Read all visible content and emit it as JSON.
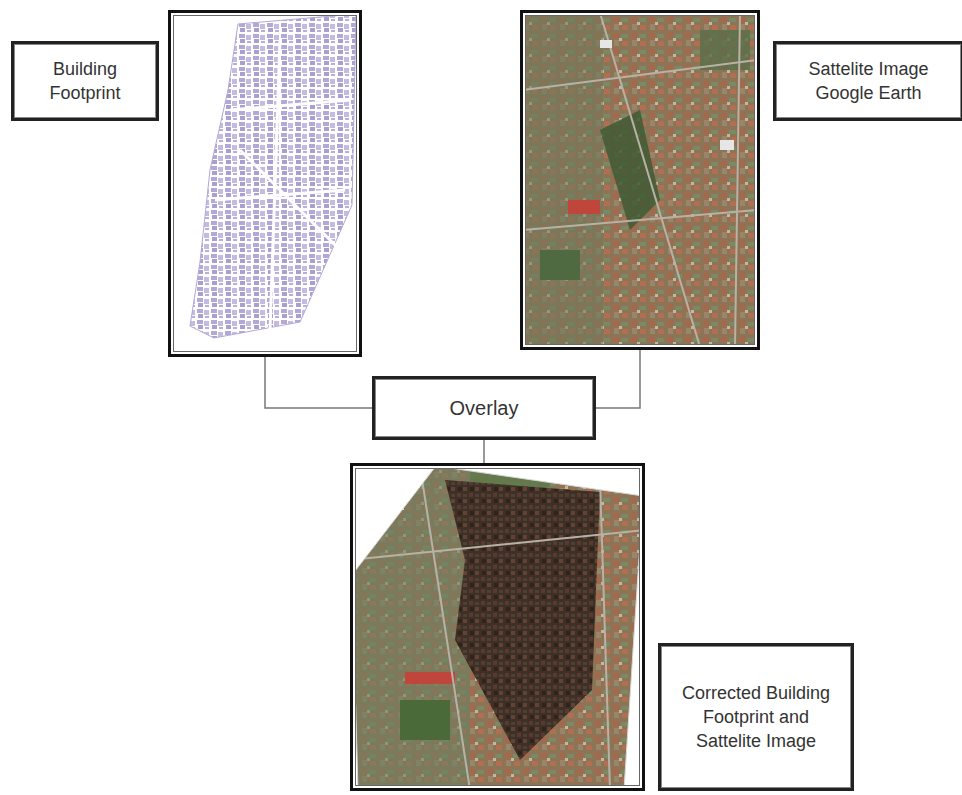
{
  "diagram": {
    "nodes": [
      {
        "text": [
          "Building Footprint"
        ]
      },
      {
        "text": [
          "Sattelite Image Google Earth"
        ]
      },
      {
        "text": [
          "Overlay"
        ]
      },
      {
        "text": [
          "Corrected Building Footprint and Sattelite Image"
        ]
      }
    ],
    "edges": [
      {
        "from": 0,
        "to": 2,
        "arrow": "none"
      },
      {
        "from": 1,
        "to": 2,
        "arrow": "none"
      },
      {
        "from": 2,
        "to": 3,
        "arrow": "none"
      }
    ]
  }
}
